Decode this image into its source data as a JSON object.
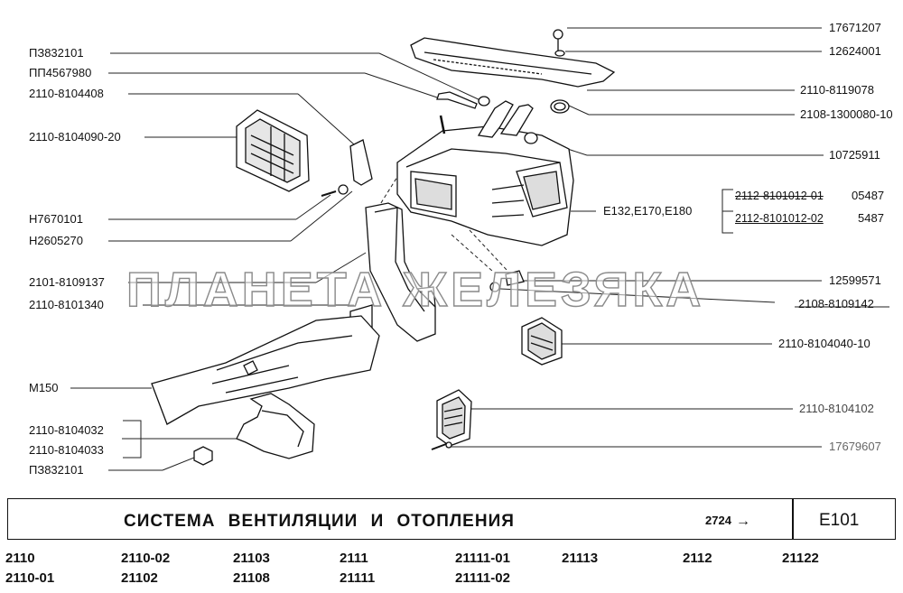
{
  "labels": {
    "l1": "ПЗ832101",
    "l2": "ПП4567980",
    "l3": "2110-8104408",
    "l4": "2110-8104090-20",
    "l5": "Н7670101",
    "l6": "Н2605270",
    "l7": "2101-8109137",
    "l8": "2110-8101340",
    "l9": "М150",
    "l10": "2110-8104032",
    "l11": "2110-8104033",
    "l12": "ПЗ832101",
    "r1": "17671207",
    "r2": "12624001",
    "r3": "2110-8119078",
    "r4": "2108-1300080-10",
    "r5": "10725911",
    "r6": "E132,E170,E180",
    "r7": "12599571",
    "r8": "2108-8109142",
    "r9": "2110-8104040-10",
    "r10": "2110-8104102",
    "r11": "17679607",
    "alt1_part": "2112-8101012-01",
    "alt1_num": "05487",
    "alt2_part": "2112-8101012-02",
    "alt2_num": "5487"
  },
  "watermark": "ПЛАНЕТА ЖЕЛЕЗЯКА",
  "title_bar": {
    "title": "СИСТЕМА ВЕНТИЛЯЦИИ И ОТОПЛЕНИЯ",
    "ref_number": "2724",
    "arrow": "→",
    "code": "Е101"
  },
  "models": [
    "2110",
    "2110-02",
    "21103",
    "2111",
    "21111-01",
    "21113",
    "2112",
    "21122",
    "2110-01",
    "21102",
    "21108",
    "21111",
    "21111-02"
  ]
}
